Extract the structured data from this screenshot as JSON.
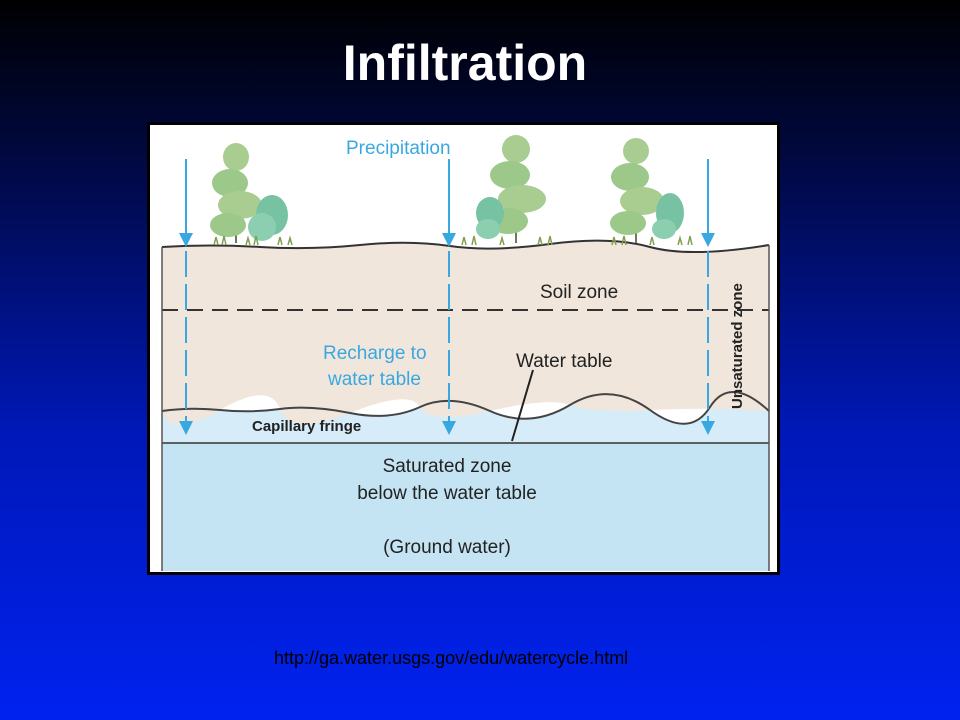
{
  "title": "Infiltration",
  "source_url": "http://ga.water.usgs.gov/edu/watercycle.html",
  "diagram": {
    "precipitation_label": "Precipitation",
    "soil_zone_label": "Soil zone",
    "recharge_line1": "Recharge to",
    "recharge_line2": "water table",
    "water_table_label": "Water table",
    "capillary_fringe_label": "Capillary fringe",
    "unsaturated_zone_label": "Unsaturated zone",
    "saturated_line1": "Saturated zone",
    "saturated_line2": "below the water table",
    "saturated_line3": "(Ground water)"
  },
  "colors": {
    "soil": "#f0e6dc",
    "capillary": "#d6ecf8",
    "saturated": "#c4e4f4",
    "arrow": "#3aa8e0",
    "label_blue": "#3aa8e0",
    "tree_green": "#9cc88a"
  }
}
